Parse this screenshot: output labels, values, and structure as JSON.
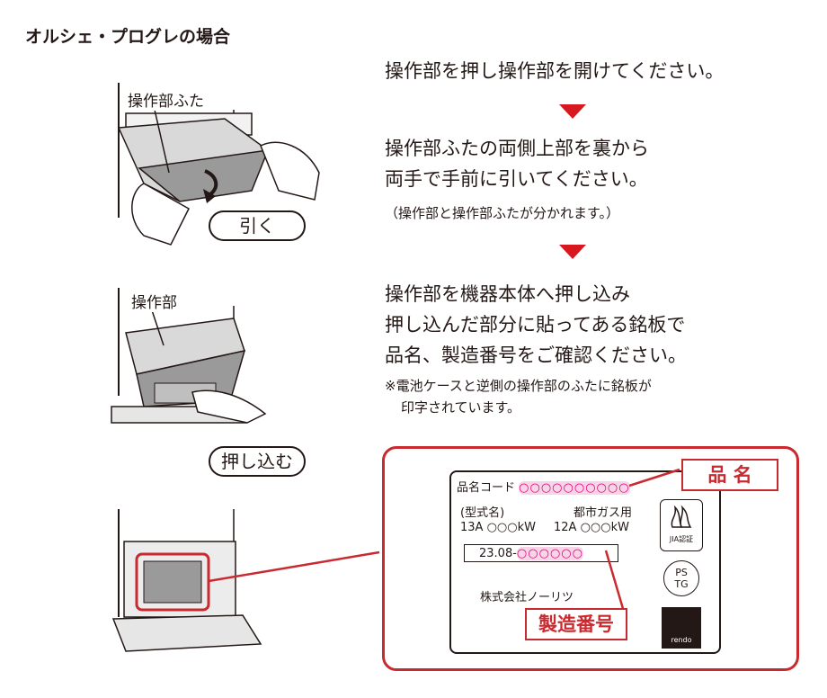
{
  "title": "オルシェ・プログレの場合",
  "steps": {
    "s1": "操作部を押し操作部を開けてください。",
    "s2_line1": "操作部ふたの両側上部を裏から",
    "s2_line2": "両手で手前に引いてください。",
    "s2_note": "（操作部と操作部ふたが分かれます。）",
    "s3_line1": "操作部を機器本体へ押し込み",
    "s3_line2": "押し込んだ部分に貼ってある銘板で",
    "s3_line3": "品名、製造番号をご確認ください。",
    "s3_note1": "※電池ケースと逆側の操作部のふたに銘板が",
    "s3_note2": "印字されています。"
  },
  "illustrations": {
    "fig1_callout": "操作部ふた",
    "fig1_action": "引く",
    "fig2_callout": "操作部",
    "fig2_action": "押し込む"
  },
  "plate": {
    "product_code_label": "品名コード",
    "product_code_value": "○○○○○○○○○○",
    "model_label": "(型式名)",
    "gas_label": "都市ガス用",
    "model_13a": "13A ○○○kW",
    "model_12a": "12A ○○○kW",
    "serial_prefix": "23.08-",
    "serial_value": "○○○○○○",
    "maker": "株式会社ノーリツ",
    "jia_mark": "JIA認証",
    "ps_mark_top": "PS",
    "ps_mark_bottom": "TG",
    "brand_mark": "rendo"
  },
  "labels": {
    "product_name": "品 名",
    "serial_number": "製造番号"
  },
  "colors": {
    "accent_red": "#d7191f",
    "box_red": "#c92a2f",
    "highlight_pink": "#e5007f"
  }
}
